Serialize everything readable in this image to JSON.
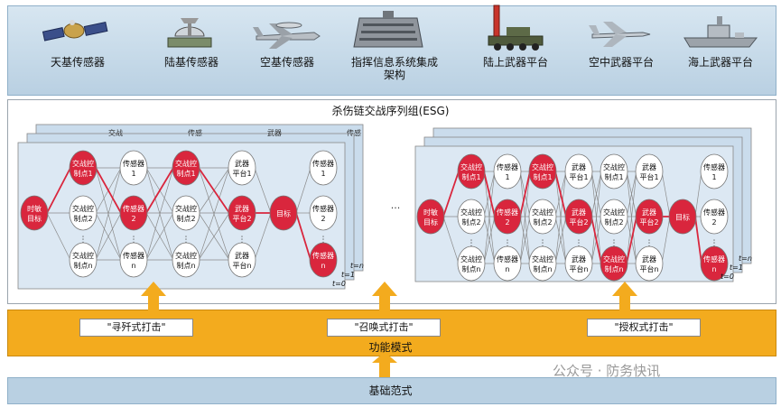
{
  "top_row": {
    "items": [
      {
        "label": "天基传感器",
        "icon": "satellite-icon"
      },
      {
        "label": "陆基传感器",
        "icon": "radar-icon"
      },
      {
        "label": "空基传感器",
        "icon": "awacs-aircraft-icon"
      },
      {
        "label": "指挥信息系统集成架构",
        "icon": "command-building-icon"
      },
      {
        "label": "陆上武器平台",
        "icon": "missile-launcher-icon"
      },
      {
        "label": "空中武器平台",
        "icon": "fighter-jet-icon"
      },
      {
        "label": "海上武器平台",
        "icon": "warship-icon"
      }
    ]
  },
  "esg": {
    "title": "杀伤链交战序列组(ESG)",
    "ellipsis": "···",
    "left_panel": {
      "time_labels": [
        "t=0",
        "t=1",
        "t=n"
      ],
      "back_layer_text": [
        "交战",
        "传感",
        "武器",
        "传感"
      ],
      "nodes": {
        "target_start": "时敏目标",
        "c2": [
          "交战控制点1",
          "交战控制点2",
          "交战控制点n"
        ],
        "sensors_a": [
          "传感器1",
          "传感器2",
          "传感器n"
        ],
        "weapons": [
          "武器平台1",
          "武器平台2",
          "武器平台n"
        ],
        "target_end": "目标",
        "sensors_b": [
          "传感器1",
          "传感器2",
          "传感器n"
        ]
      }
    },
    "right_panel": {
      "time_labels": [
        "t=0",
        "t=1",
        "t=n"
      ],
      "nodes": {
        "target_start": "时敏目标",
        "c2": [
          "交战控制点1",
          "交战控制点2",
          "交战控制点n"
        ],
        "sensors_a": [
          "传感器1",
          "传感器2",
          "传感器n"
        ],
        "c2_b": [
          "交战控制点1",
          "交战控制点2",
          "交战控制点n"
        ],
        "weapons": [
          "武器平台1",
          "武器平台2",
          "武器平台n"
        ],
        "c2_c": [
          "交战控制点1",
          "交战控制点2",
          "交战控制点n"
        ],
        "weapons_b": [
          "武器平台1",
          "武器平台2",
          "武器平台n"
        ],
        "target_end": "目标",
        "sensors_b": [
          "传感器1",
          "传感器2",
          "传感器n"
        ]
      }
    }
  },
  "function_layer": {
    "modes": [
      "\"寻歼式打击\"",
      "\"召唤式打击\"",
      "\"授权式打击\""
    ],
    "label": "功能模式"
  },
  "base_layer": {
    "label": "基础范式"
  },
  "watermark": "公众号 · 防务快讯",
  "colors": {
    "highlight_node": "#d9263d",
    "normal_node": "#ffffff",
    "panel_bg": "#dce8f3",
    "arrow": "#f3ab1e",
    "function_band": "#f3ab1e",
    "top_band": "#c6d9e8"
  }
}
